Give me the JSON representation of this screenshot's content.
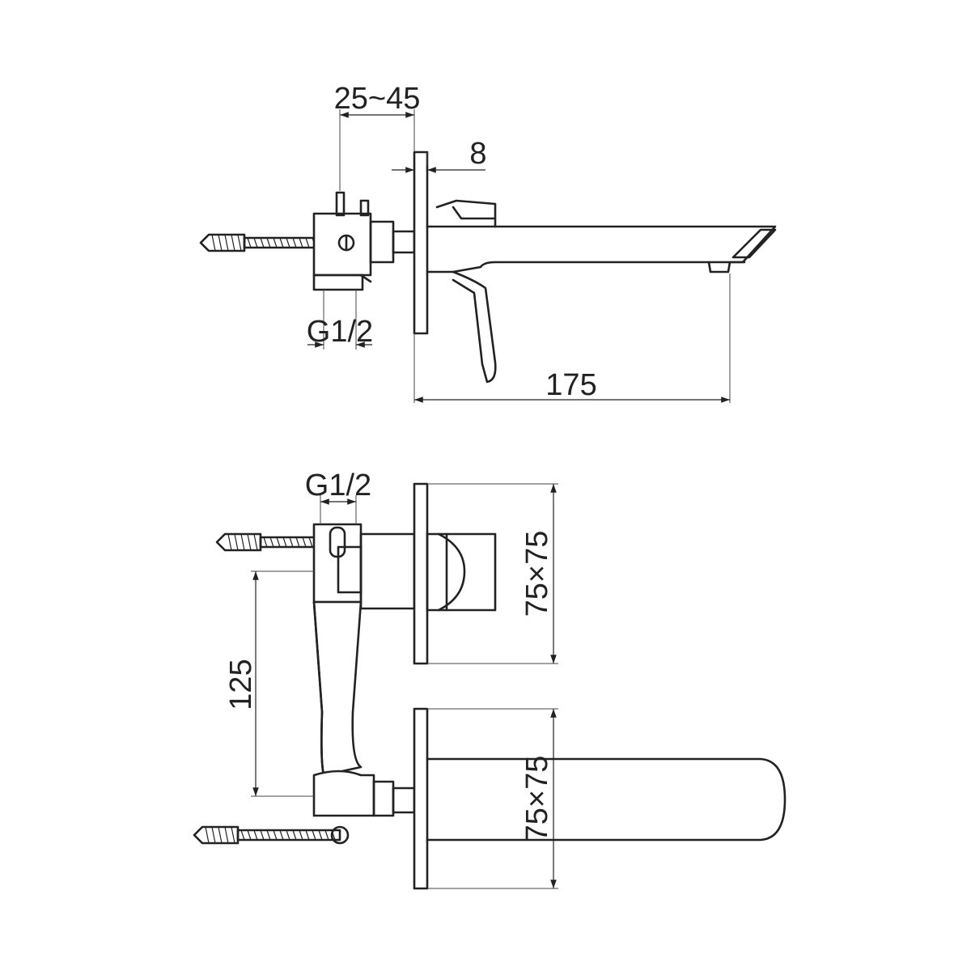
{
  "dimensions": {
    "wall_thickness_range": "25~45",
    "plate_thickness": "8",
    "inlet_thread_side": "G1/2",
    "spout_reach": "175",
    "inlet_thread_top": "G1/2",
    "center_distance": "125",
    "handle_plate_size": "75×75",
    "spout_plate_size": "75×75"
  }
}
